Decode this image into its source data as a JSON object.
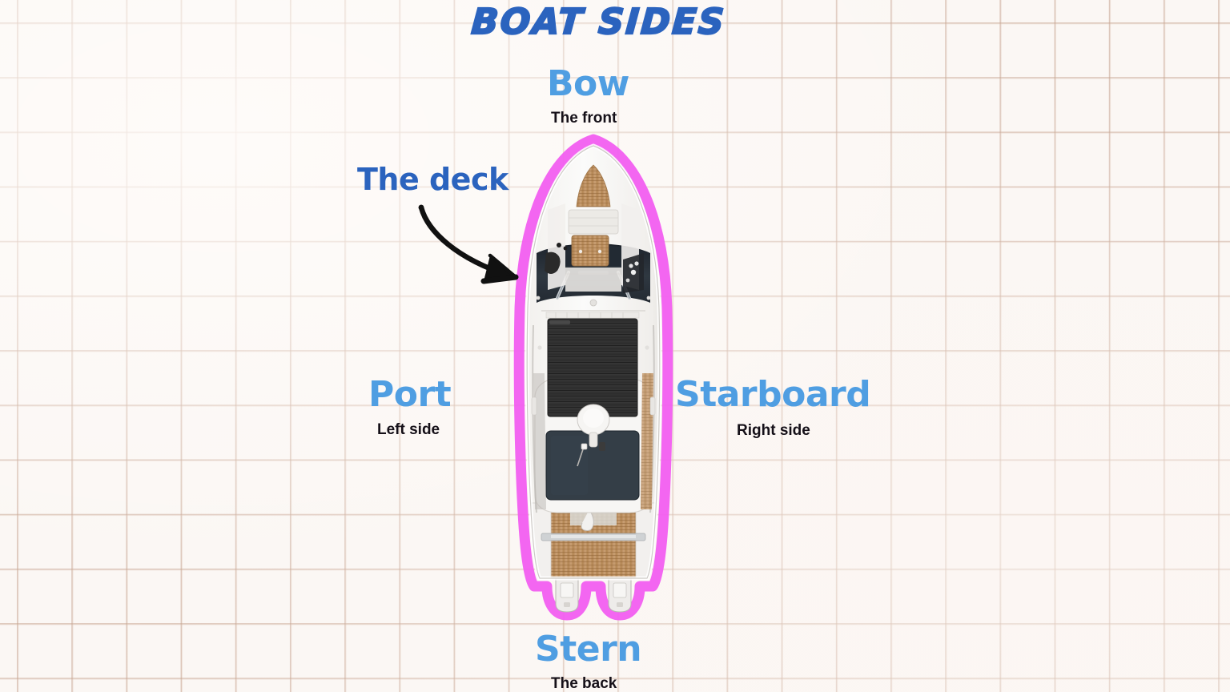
{
  "page": {
    "title": "BOAT SIDES",
    "background": "#faf6f3",
    "grid_color": "#c4a08c"
  },
  "colors": {
    "title_blue": "#2b63be",
    "term_blue": "#4f9ee2",
    "sub_black": "#151018",
    "highlight_pink": "#f25ef0",
    "boat_white": "#f4f2ef",
    "boat_teak": "#c79a6b",
    "boat_dark": "#2b2f36",
    "arrow_black": "#111111"
  },
  "labels": {
    "bow": {
      "term": "Bow",
      "sub": "The front"
    },
    "stern": {
      "term": "Stern",
      "sub": "The back"
    },
    "port": {
      "term": "Port",
      "sub": "Left side"
    },
    "starboard": {
      "term": "Starboard",
      "sub": "Right side"
    },
    "deck": {
      "term": "The deck"
    }
  },
  "diagram": {
    "subject": "motor yacht, top-down view",
    "highlight_outline": "magenta hand-drawn outline tracing the hull and twin outboard engines",
    "annotation_arrow": "curved hand-drawn arrow from 'The deck' label pointing down-right to the boat deck",
    "icons": {
      "arrow": "curved-arrow-icon",
      "boat": "boat-top-view-icon"
    }
  },
  "chart_data": {
    "type": "diagram",
    "title": "BOAT SIDES",
    "annotations": [
      {
        "label": "Bow",
        "description": "The front",
        "position": "top"
      },
      {
        "label": "Stern",
        "description": "The back",
        "position": "bottom"
      },
      {
        "label": "Port",
        "description": "Left side",
        "position": "left"
      },
      {
        "label": "Starboard",
        "description": "Right side",
        "position": "right"
      },
      {
        "label": "The deck",
        "description": "",
        "position": "upper-left, arrow to hull"
      }
    ]
  }
}
